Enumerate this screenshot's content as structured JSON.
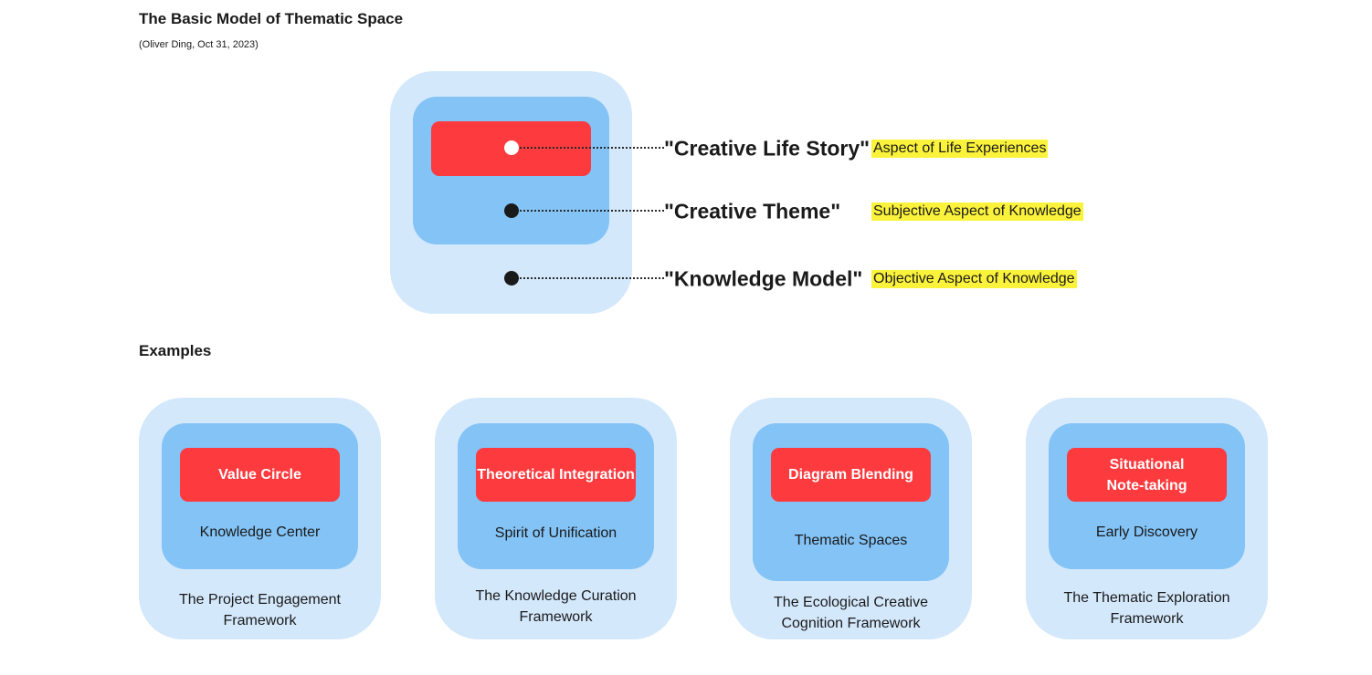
{
  "header": {
    "title": "The Basic Model of Thematic Space",
    "subtitle": "(Oliver Ding, Oct 31, 2023)"
  },
  "model": {
    "layers": [
      {
        "label": "\"Creative Life Story\"",
        "aspect": "Aspect of Life Experiences",
        "dot_color": "#ffffff"
      },
      {
        "label": "\"Creative Theme\"",
        "aspect": "Subjective Aspect of Knowledge",
        "dot_color": "#1a1a1a"
      },
      {
        "label": "\"Knowledge Model\"",
        "aspect": "Objective Aspect of Knowledge",
        "dot_color": "#1a1a1a"
      }
    ]
  },
  "examples_heading": "Examples",
  "examples": [
    {
      "red": "Value Circle",
      "blue": "Knowledge Center",
      "outer": "The Project Engagement Framework"
    },
    {
      "red": "Theoretical Integration",
      "blue": "Spirit of Unification",
      "outer": "The Knowledge Curation Framework"
    },
    {
      "red": "Diagram Blending",
      "blue": "Thematic Spaces",
      "outer": "The Ecological Creative Cognition Framework"
    },
    {
      "red": "Situational Note-taking",
      "blue": "Early Discovery",
      "outer": "The Thematic Exploration Framework"
    }
  ],
  "colors": {
    "outer_layer": "#d4e8fc",
    "middle_layer": "#83c3f6",
    "inner_layer": "#fd3a3e",
    "highlight": "#fbf33b"
  }
}
